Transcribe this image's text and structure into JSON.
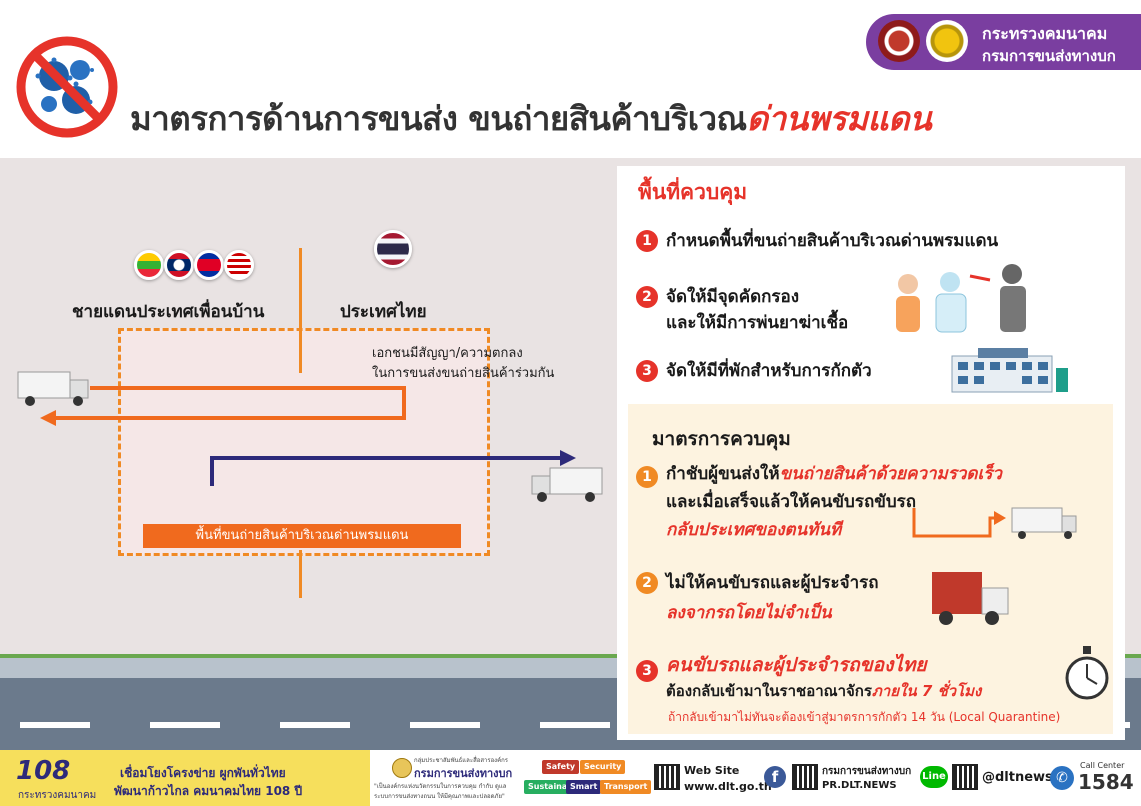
{
  "header": {
    "title_main": "มาตรการด้านการขนส่ง ขนถ่ายสินค้าบริเวณ",
    "title_highlight": "ด่านพรมแดน",
    "ministry_line1": "กระทรวงคมนาคม",
    "ministry_line2": "กรมการขนส่งทางบก"
  },
  "scene": {
    "label_neighbor": "ชายแดนประเทศเพื่อนบ้าน",
    "label_thailand": "ประเทศไทย",
    "private_line1": "เอกชนมีสัญญา/ความตกลง",
    "private_line2": "ในการขนส่งขนถ่ายสินค้าร่วมกัน",
    "zone_banner": "พื้นที่ขนถ่ายสินค้าบริเวณด่านพรมแดน"
  },
  "area": {
    "title": "พื้นที่ควบคุม",
    "items": [
      {
        "num": "1",
        "line1": "กำหนดพื้นที่ขนถ่ายสินค้าบริเวณด่านพรมแดน"
      },
      {
        "num": "2",
        "line1": "จัดให้มีจุดคัดกรอง",
        "line2": "และให้มีการพ่นยาฆ่าเชื้อ"
      },
      {
        "num": "3",
        "line1": "จัดให้มีที่พักสำหรับการกักตัว"
      }
    ]
  },
  "measures": {
    "title": "มาตรการควบคุม",
    "item1_a": "กำชับผู้ขนส่งให้",
    "item1_b": "ขนถ่ายสินค้าด้วยความรวดเร็ว",
    "item1_c": "และเมื่อเสร็จแล้วให้คนขับรถขับรถ",
    "item1_d": "กลับประเทศของตนทันที",
    "item2_a": "ไม่ให้คนขับรถและผู้ประจำรถ",
    "item2_b": "ลงจากรถโดยไม่จำเป็น",
    "item3_a": "คนขับรถและผู้ประจำรถของไทย",
    "item3_b": "ต้องกลับเข้ามาในราชอาณาจักร",
    "item3_c": "ภายใน 7 ชั่วโมง",
    "note": "ถ้ากลับเข้ามาไม่ทันจะต้องเข้าสู่มาตรการกักตัว 14 วัน (Local Quarantine)",
    "nums": [
      "1",
      "2",
      "3"
    ]
  },
  "footer": {
    "logo_text": "กระทรวงคมนาคม",
    "slogan1": "เชื่อมโยงโครงข่าย ผูกพันทั่วไทย",
    "slogan2": "พัฒนาก้าวไกล คมนาคมไทย 108 ปี",
    "dlt_small": "กลุ่มประชาสัมพันธ์และสื่อสารองค์กร",
    "dlt_name": "กรมการขนส่งทางบก",
    "dlt_vision1": "\"เป็นองค์กรแห่งนวัตกรรมในการควบคุม กำกับ ดูแล",
    "dlt_vision2": "ระบบการขนส่งทางถนน ให้มีคุณภาพและปลอดภัย\"",
    "tags": [
      "Safety",
      "Security",
      "Sustainable",
      "Smart",
      "Transport"
    ],
    "web_label": "Web Site",
    "web_url": "www.dlt.go.th",
    "fb_name": "กรมการขนส่งทางบก",
    "fb_handle": "PR.DLT.NEWS",
    "line_label": "Line",
    "line_handle": "@dltnews",
    "call_label": "Call Center",
    "call_number": "1584"
  },
  "colors": {
    "accent_red": "#e6332a",
    "accent_orange": "#f08a24",
    "purple": "#7a3ea0",
    "navy": "#2d2a7a"
  }
}
